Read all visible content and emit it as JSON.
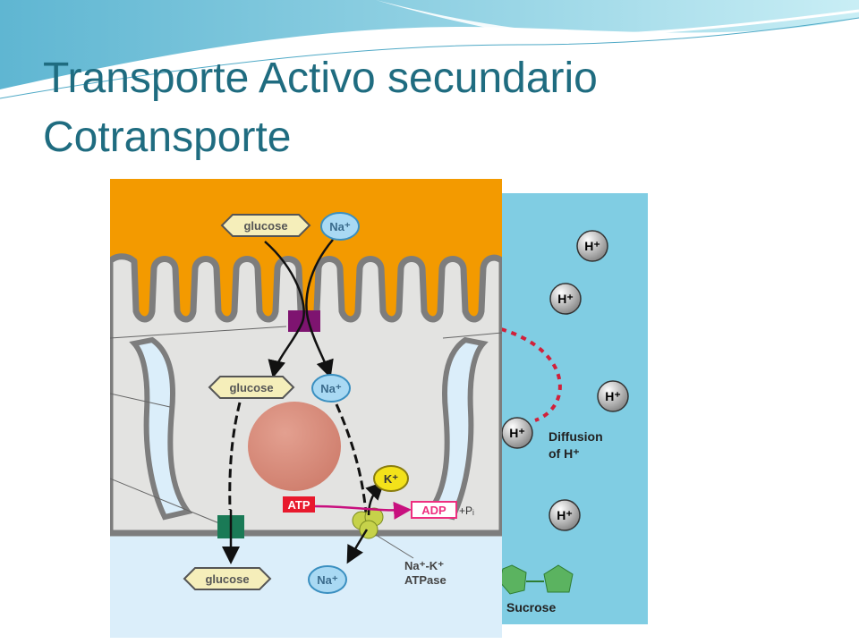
{
  "slide": {
    "title_line1": "Transporte Activo secundario",
    "title_line2": "Cotransporte"
  },
  "diagram_left": {
    "glucose_top": "glucose",
    "na_top": "Na⁺",
    "glucose_mid": "glucose",
    "na_mid": "Na⁺",
    "glucose_bottom": "glucose",
    "na_bottom": "Na⁺",
    "k_label": "K⁺",
    "atp_label": "ATP",
    "adp_label": "ADP",
    "pi_label": "+Pᵢ",
    "pump_label_line1": "Na⁺-K⁺",
    "pump_label_line2": "ATPase"
  },
  "diagram_right": {
    "h_ion": "H⁺",
    "diffusion_line1": "Diffusion",
    "diffusion_line2": "of H⁺",
    "sucrose_label": "Sucrose"
  },
  "colors": {
    "title": "#1f6c80",
    "lumen_orange": "#f39a00",
    "cell_gray": "#e3e3e1",
    "extracellular_blue": "#dbeefa",
    "right_panel_blue": "#80cde3",
    "transporter_purple": "#7e1470",
    "transporter_green": "#1a7a56",
    "pump_yellow": "#c6d24a",
    "atp_red": "#e8192c",
    "adp_pink": "#ee2f80",
    "diffusion_red": "#d1203a",
    "sucrose_green": "#5bb360"
  }
}
